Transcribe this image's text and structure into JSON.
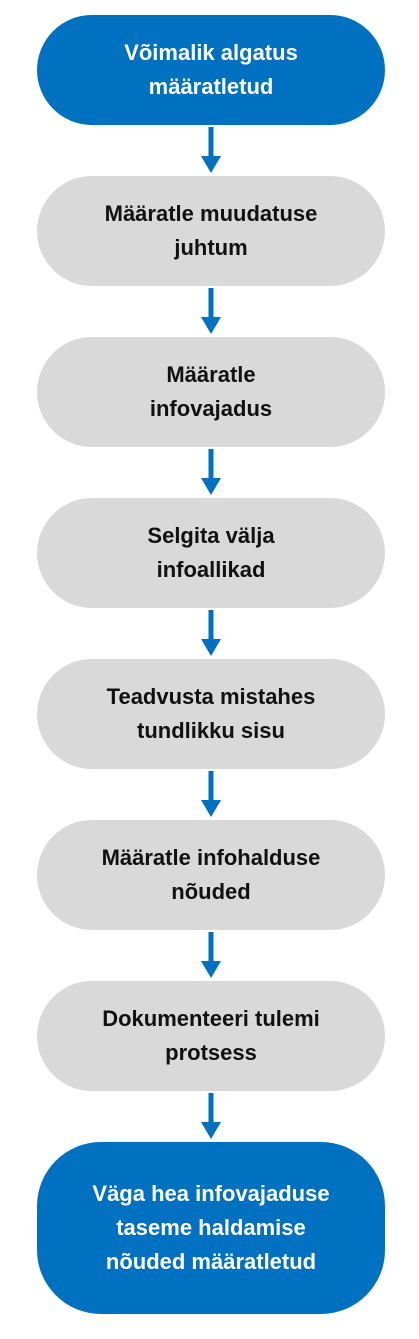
{
  "colors": {
    "accent": "#0070C0",
    "process": "#D9D9D9"
  },
  "nodes": [
    {
      "lines": [
        "Võimalik algatus",
        "määratletud"
      ]
    },
    {
      "lines": [
        "Määratle muudatuse",
        "juhtum"
      ]
    },
    {
      "lines": [
        "Määratle",
        "infovajadus"
      ]
    },
    {
      "lines": [
        "Selgita välja",
        "infoallikad"
      ]
    },
    {
      "lines": [
        "Teadvusta mistahes",
        "tundlikku sisu"
      ]
    },
    {
      "lines": [
        "Määratle infohalduse",
        "nõuded"
      ]
    },
    {
      "lines": [
        "Dokumenteeri tulemi",
        "protsess"
      ]
    },
    {
      "lines": [
        "Väga hea infovajaduse",
        "taseme haldamise",
        "nõuded määratletud"
      ]
    }
  ]
}
